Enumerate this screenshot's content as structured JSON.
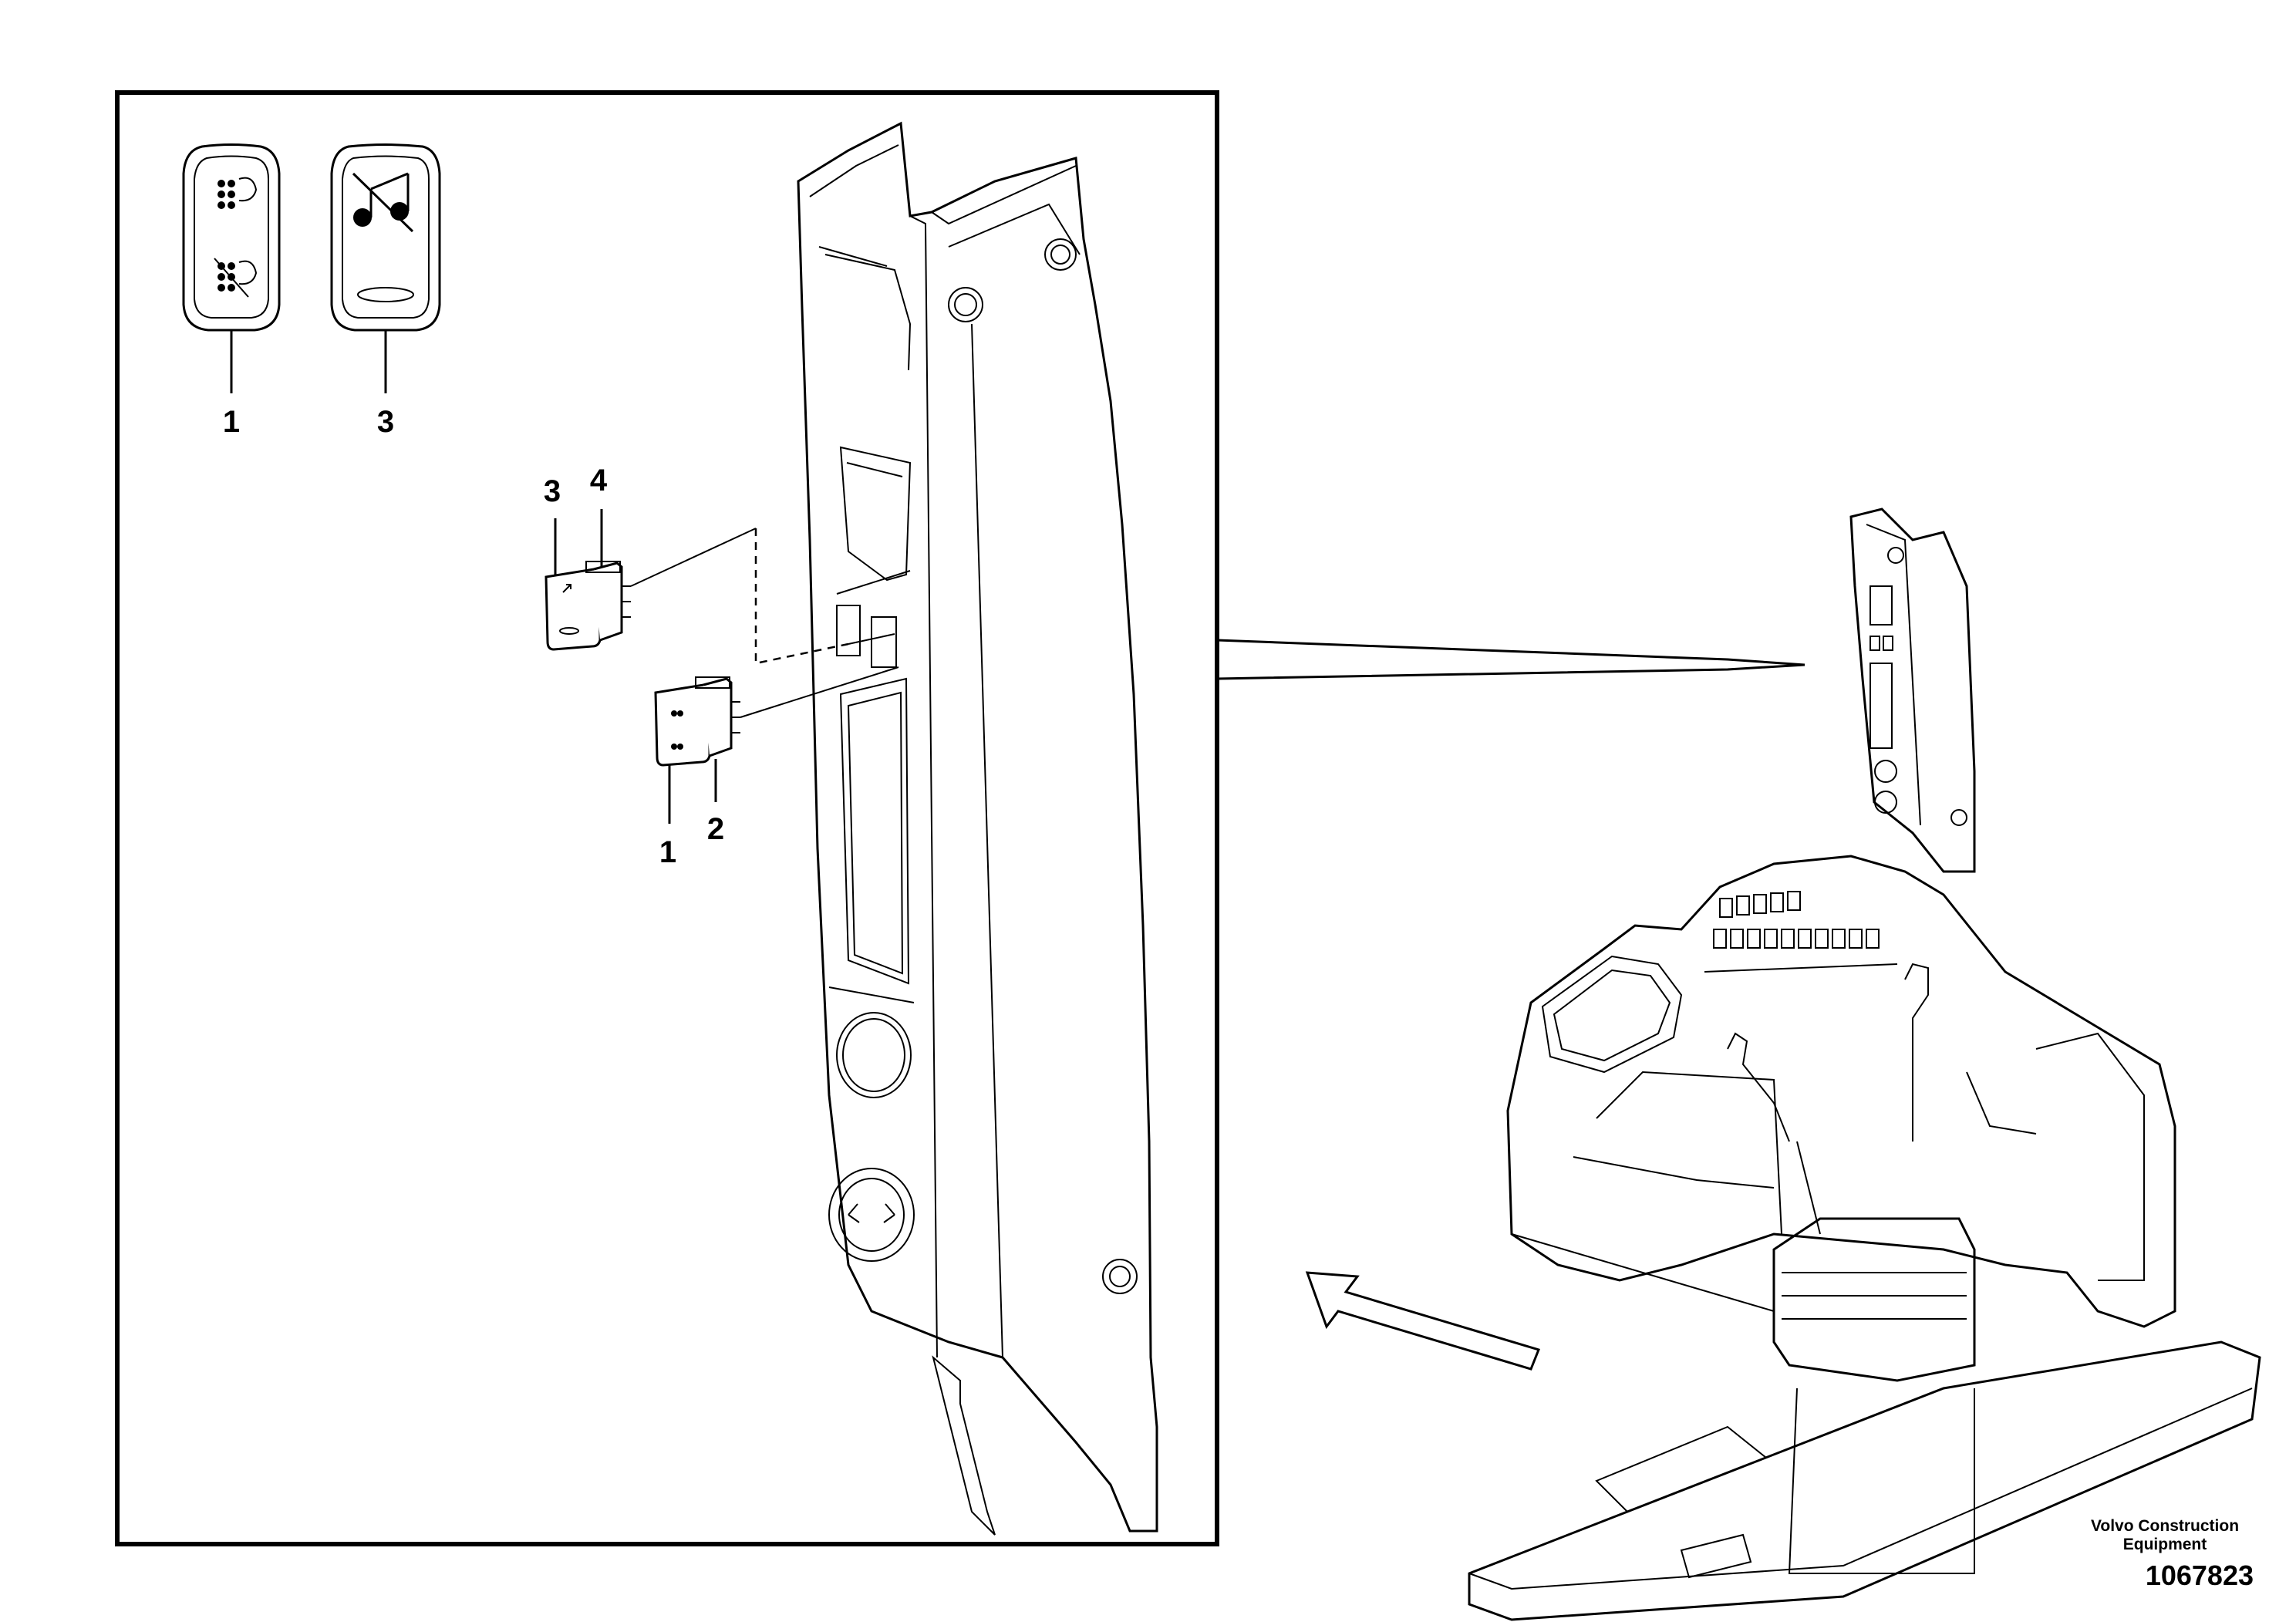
{
  "callouts": {
    "legend_switch_1": "1",
    "legend_switch_3": "3",
    "exploded_3": "3",
    "exploded_4": "4",
    "exploded_1": "1",
    "exploded_2": "2"
  },
  "footer": {
    "company": "Volvo Construction Equipment",
    "drawing_number": "1067823"
  }
}
